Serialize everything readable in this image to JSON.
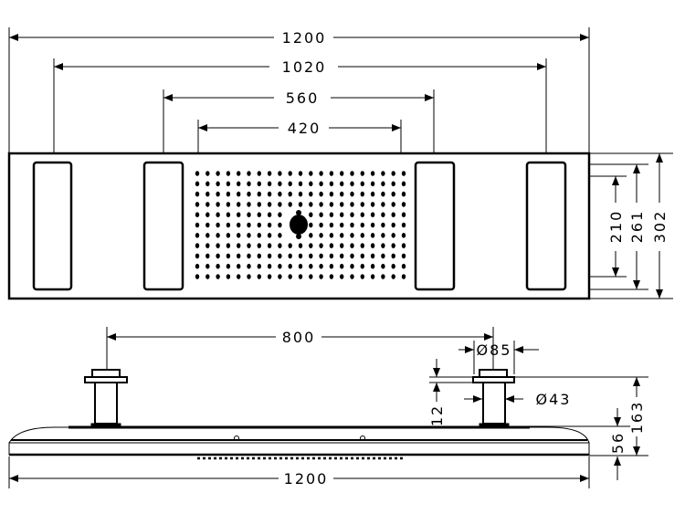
{
  "top_view": {
    "dims": {
      "overall_width": "1200",
      "outer_slot_spacing": "1020",
      "inner_slot_spacing": "560",
      "nozzle_field_width": "420",
      "overall_depth": "302",
      "slot_length": "261",
      "nozzle_field_depth": "210"
    },
    "nozzle_grid": {
      "columns": 21,
      "rows": 11
    }
  },
  "side_view": {
    "dims": {
      "mount_spacing": "800",
      "flange_diameter": "Ø85",
      "pipe_diameter": "Ø43",
      "flange_thickness": "12",
      "total_height": "163",
      "head_height": "56",
      "overall_width": "1200"
    }
  }
}
